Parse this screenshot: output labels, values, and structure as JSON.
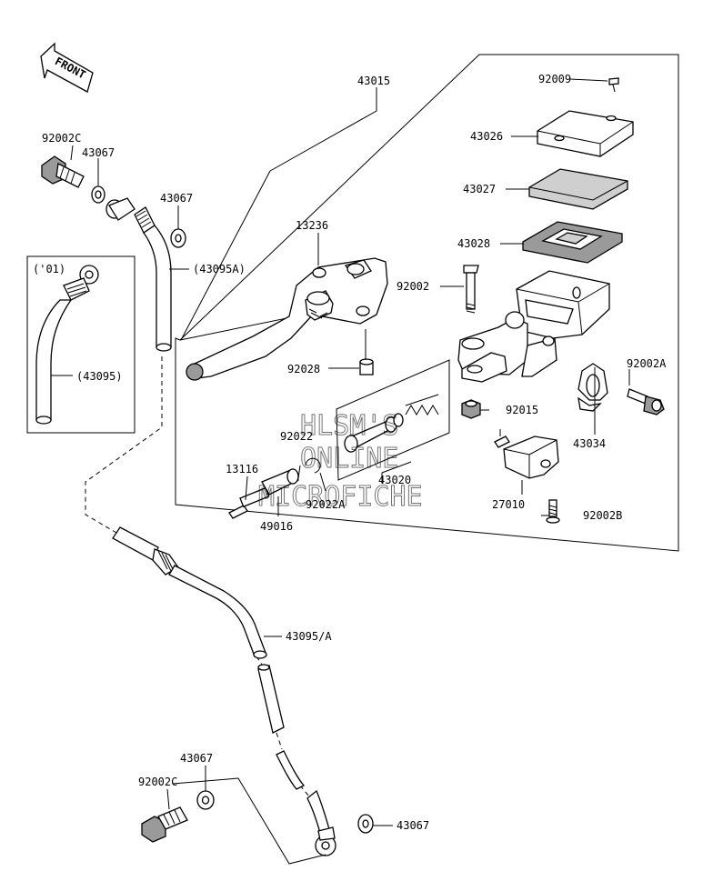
{
  "front_badge": "FRONT",
  "watermark": {
    "line1": "HLSM'S",
    "line2": "ONLINE",
    "line3": "MICROFICHE"
  },
  "parts": {
    "p43015": "43015",
    "p92009": "92009",
    "p43026": "43026",
    "p43027": "43027",
    "p43028": "43028",
    "p13236": "13236",
    "p92002": "92002",
    "p92028": "92028",
    "p92002A": "92002A",
    "p92015": "92015",
    "p43034": "43034",
    "p92022": "92022",
    "p43020": "43020",
    "p13116": "13116",
    "p92022A": "92022A",
    "p49016": "49016",
    "p27010": "27010",
    "p92002B": "92002B",
    "p92002C_top": "92002C",
    "p43067_a": "43067",
    "p43067_b": "43067",
    "p43095A": "(43095A)",
    "inset_year": "('01)",
    "p43095": "(43095)",
    "p43095_A": "43095/A",
    "p43067_c": "43067",
    "p92002C_bottom": "92002C",
    "p43067_d": "43067"
  }
}
